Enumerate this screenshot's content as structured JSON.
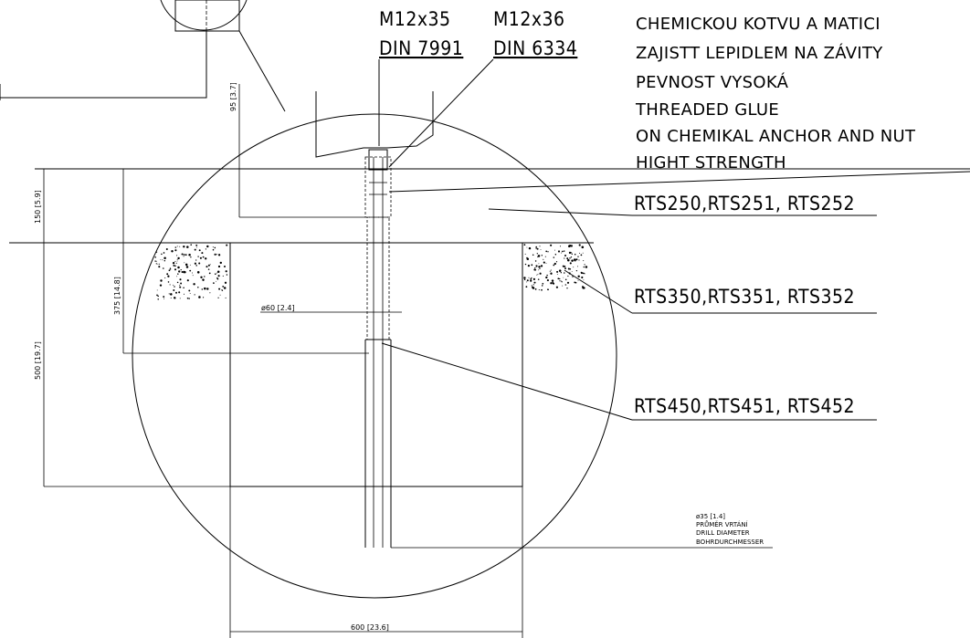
{
  "bolts": {
    "bolt1": {
      "size": "M12x35",
      "standard": "DIN 7991"
    },
    "bolt2": {
      "size": "M12x36",
      "standard": "DIN 6334"
    }
  },
  "note": {
    "line1": "CHEMICKOU KOTVU A MATICI",
    "line2": "ZAJISTT LEPIDLEM NA ZÁVITY",
    "line3": "PEVNOST VYSOKÁ",
    "line4": "THREADED GLUE",
    "line5": "ON CHEMIKAL ANCHOR AND NUT",
    "line6": "HIGHT STRENGTH"
  },
  "callouts": {
    "top": "RTS250,RTS251, RTS252",
    "middle": "RTS350,RTS351, RTS352",
    "bottom": "RTS450,RTS451, RTS452"
  },
  "dimensions": {
    "d95": "95 [3.7]",
    "d150": "150 [5.9]",
    "d375": "375 [14.8]",
    "d500": "500 [19.7]",
    "d60": "ø60 [2.4]",
    "d600": "600 [23.6]"
  },
  "drill": {
    "diameter": "ø35 [1.4]",
    "cz": "PRŮMĚR VRTÁNÍ",
    "en": "DRILL DIAMETER",
    "de": "BOHRDURCHMESSER"
  }
}
